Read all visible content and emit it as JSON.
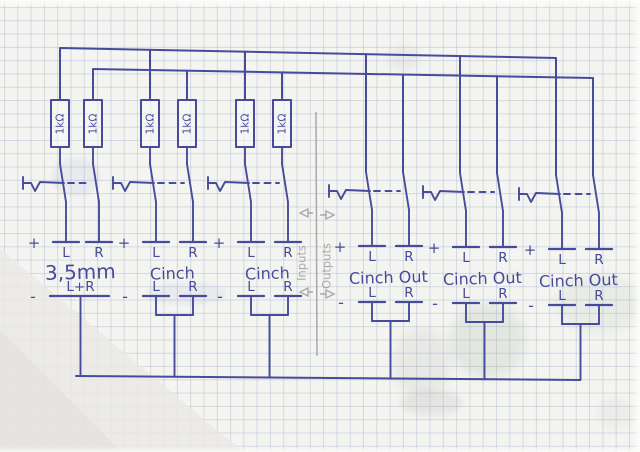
{
  "paper": {
    "background": "#f4f4f1",
    "grid_color": "#9eadc6",
    "ink": "#3e4397",
    "pencil": "#8f9093"
  },
  "divider": {
    "inputs_label": "Inputs",
    "outputs_label": "Outputs"
  },
  "signs": {
    "plus": "+",
    "minus": "-"
  },
  "connectors": [
    {
      "type": "input",
      "name": "3,5mm",
      "top_labels": [
        "L",
        "R"
      ],
      "bottom_labels": [
        "L+R"
      ],
      "resistors": [
        "1kΩ",
        "1kΩ"
      ]
    },
    {
      "type": "input",
      "name": "Cinch",
      "top_labels": [
        "L",
        "R"
      ],
      "bottom_labels": [
        "L",
        "R"
      ],
      "resistors": [
        "1kΩ",
        "1kΩ"
      ]
    },
    {
      "type": "input",
      "name": "Cinch",
      "top_labels": [
        "L",
        "R"
      ],
      "bottom_labels": [
        "L",
        "R"
      ],
      "resistors": [
        "1kΩ",
        "1kΩ"
      ]
    },
    {
      "type": "output",
      "name": "Cinch Out",
      "top_labels": [
        "L",
        "R"
      ],
      "bottom_labels": [
        "L",
        "R"
      ]
    },
    {
      "type": "output",
      "name": "Cinch Out",
      "top_labels": [
        "L",
        "R"
      ],
      "bottom_labels": [
        "L",
        "R"
      ]
    },
    {
      "type": "output",
      "name": "Cinch Out",
      "top_labels": [
        "L",
        "R"
      ],
      "bottom_labels": [
        "L",
        "R"
      ]
    }
  ]
}
